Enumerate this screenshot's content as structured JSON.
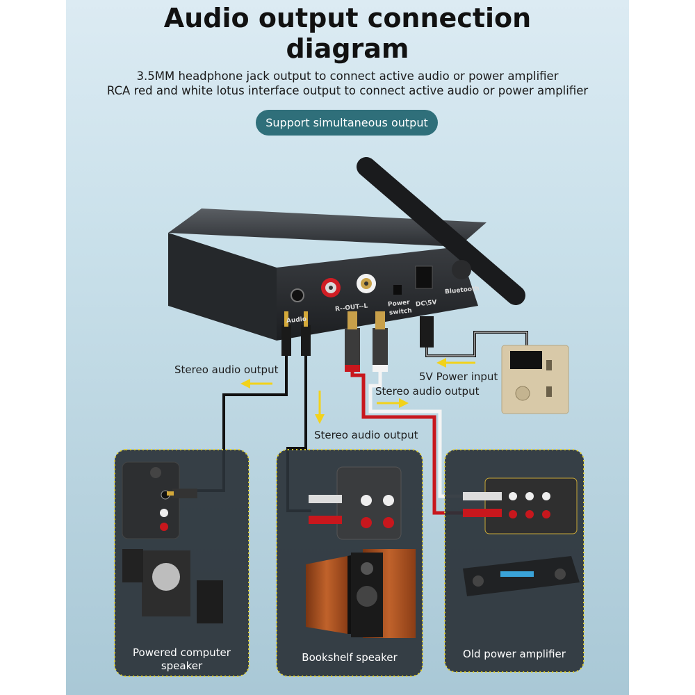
{
  "header": {
    "title_line1": "Audio output connection",
    "title_line2": "diagram",
    "subtitle_line1": "3.5MM headphone jack output to connect active audio or power amplifier",
    "subtitle_line2": "RCA red and white lotus interface output to connect active audio or power amplifier",
    "badge": "Support simultaneous output"
  },
  "device": {
    "audio_label": "Audio",
    "rca_label": "R--OUT--L",
    "power_switch_label_1": "Power",
    "power_switch_label_2": "switch",
    "dc_label": "DC\\5V",
    "bluetooth_label": "Bluetooth"
  },
  "arrows": {
    "left_output": "Stereo audio output",
    "middle_output": "Stereo audio output",
    "rca_output": "Stereo audio output",
    "power_input": "5V Power input"
  },
  "devices": [
    {
      "caption_line1": "Powered computer",
      "caption_line2": "speaker"
    },
    {
      "caption_line1": "Bookshelf speaker"
    },
    {
      "caption_line1": "Old power amplifier"
    }
  ],
  "colors": {
    "badge": "#2f6f7a",
    "arrow": "#f2d21b",
    "rca_red": "#c8171d",
    "rca_white": "#f4f4f4",
    "cable_black": "#111111"
  }
}
